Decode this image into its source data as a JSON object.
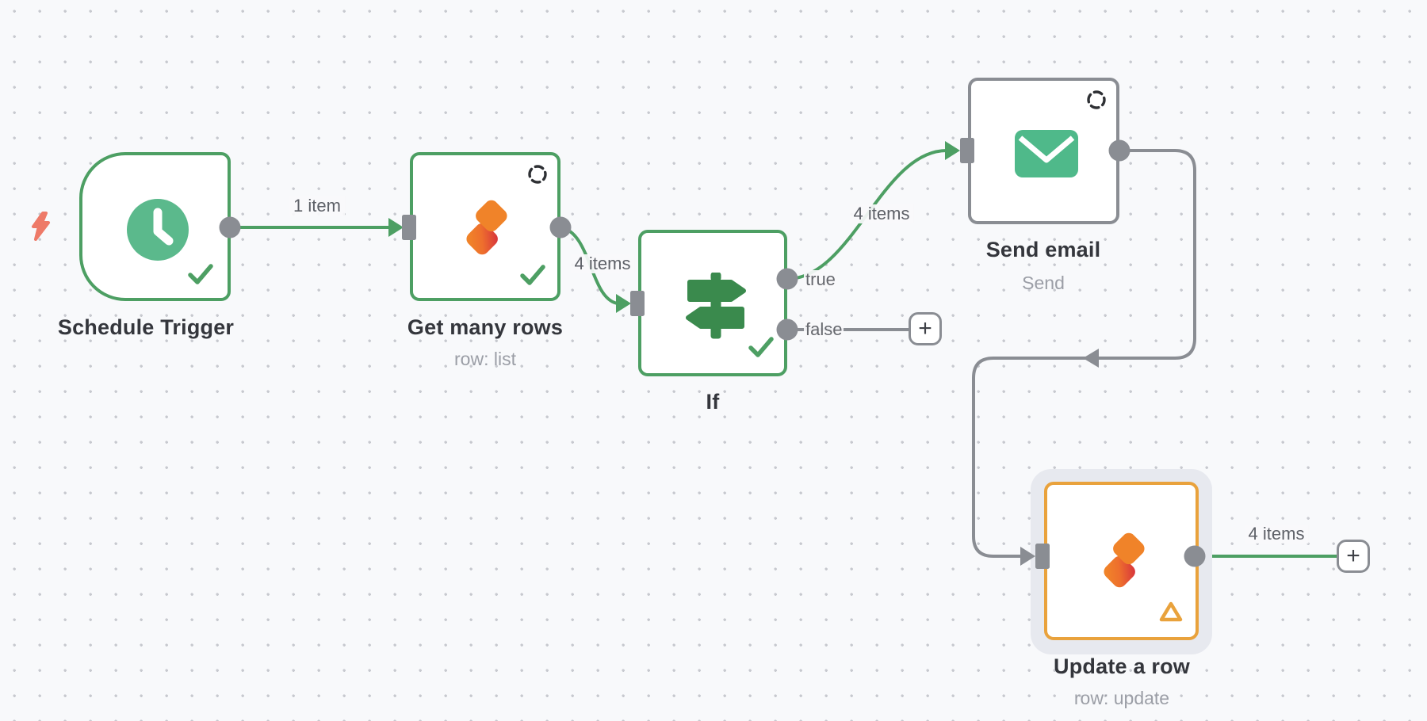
{
  "workflow": {
    "nodes": [
      {
        "name": "Schedule Trigger",
        "subtitle": "",
        "type": "schedule-trigger",
        "status": "success"
      },
      {
        "name": "Get many rows",
        "subtitle": "row: list",
        "type": "seatable",
        "status": "success"
      },
      {
        "name": "If",
        "subtitle": "",
        "type": "if",
        "status": "success",
        "output_labels": [
          "true",
          "false"
        ]
      },
      {
        "name": "Send email",
        "subtitle": "Send",
        "type": "email-send",
        "status": "idle"
      },
      {
        "name": "Update a row",
        "subtitle": "row: update",
        "type": "seatable",
        "status": "warning",
        "selected": true
      }
    ],
    "connections": [
      {
        "from": "Schedule Trigger",
        "to": "Get many rows",
        "label": "1 item",
        "color": "green"
      },
      {
        "from": "Get many rows",
        "to": "If",
        "label": "4 items",
        "color": "green"
      },
      {
        "from": "If:true",
        "to": "Send email",
        "label": "4 items",
        "color": "green"
      },
      {
        "from": "If:false",
        "to": "add-node-button",
        "label": "",
        "color": "gray"
      },
      {
        "from": "Send email",
        "to": "Update a row",
        "label": "",
        "color": "gray"
      },
      {
        "from": "Update a row",
        "to": "add-node-button",
        "label": "4 items",
        "color": "green"
      }
    ],
    "if_outputs": {
      "true_label": "true",
      "false_label": "false"
    },
    "ui": {
      "add_button_label": "+"
    },
    "colors": {
      "canvas_bg": "#f8f9fb",
      "grid_dot": "#c7c9cf",
      "node_success_border": "#4d9f63",
      "node_idle_border": "#8a8d93",
      "node_warning_border": "#e9a23c",
      "connection_green": "#4d9f63",
      "connection_gray": "#8a8d93",
      "icon_clock_green": "#5bb98c",
      "icon_email_green": "#4fb98a",
      "icon_if_green": "#3a8a4d",
      "icon_seatable_orange": "#f08329",
      "icon_seatable_red": "#d8363c",
      "trigger_bolt_coral": "#ee7a68",
      "selection_halo": "#e7e9ef"
    }
  }
}
